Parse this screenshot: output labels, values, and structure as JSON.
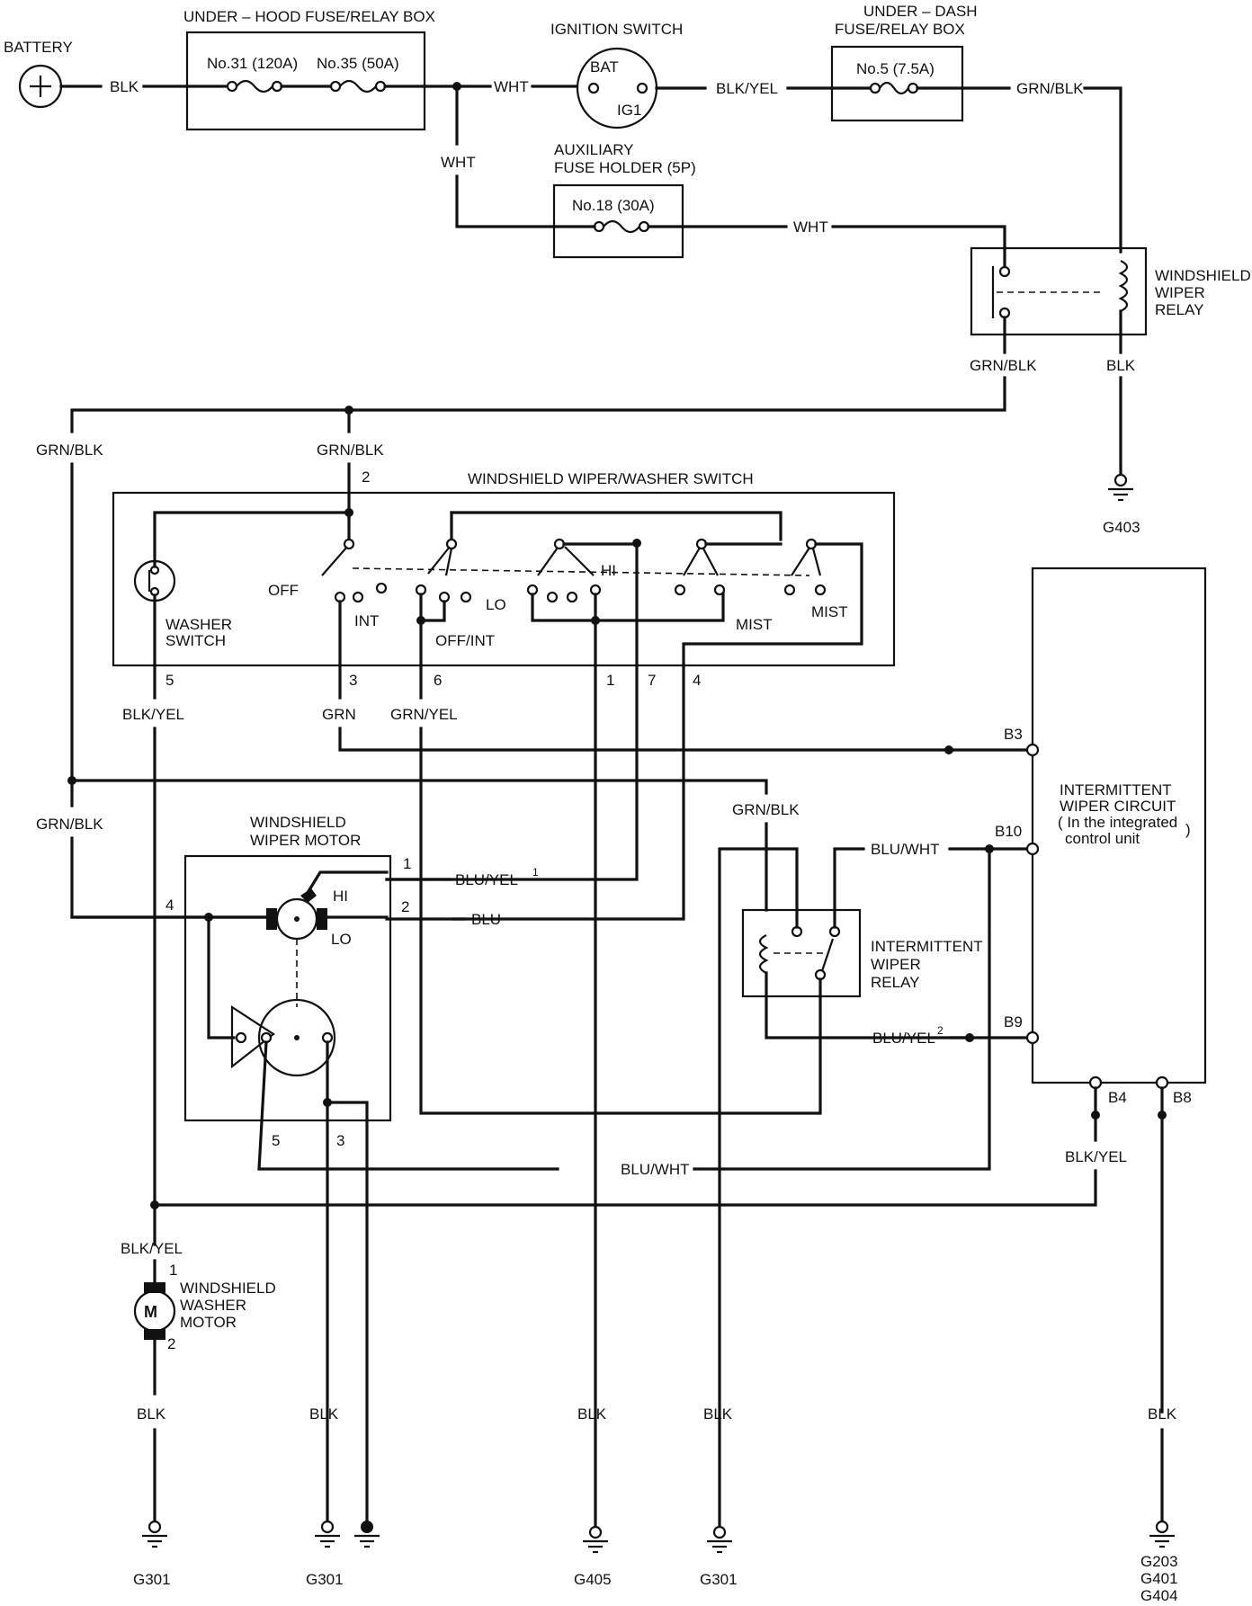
{
  "components": {
    "battery": "BATTERY",
    "underhood_box": "UNDER – HOOD FUSE/RELAY BOX",
    "fuse31": "No.31 (120A)",
    "fuse35": "No.35 (50A)",
    "ign_switch": "IGNITION SWITCH",
    "bat": "BAT",
    "ig1": "IG1",
    "underdash_l1": "UNDER – DASH",
    "underdash_l2": "FUSE/RELAY BOX",
    "fuse5": "No.5 (7.5A)",
    "aux_l1": "AUXILIARY",
    "aux_l2": "FUSE HOLDER (5P)",
    "fuse18": "No.18 (30A)",
    "ws_relay_l1": "WINDSHIELD",
    "ws_relay_l2": "WIPER",
    "ws_relay_l3": "RELAY",
    "switch_title": "WINDSHIELD WIPER/WASHER SWITCH",
    "washer_sw_l1": "WASHER",
    "washer_sw_l2": "SWITCH",
    "off": "OFF",
    "int": "INT",
    "offint": "OFF/INT",
    "lo": "LO",
    "hi": "HI",
    "mist1": "MIST",
    "mist2": "MIST",
    "wiper_motor_l1": "WINDSHIELD",
    "wiper_motor_l2": "WIPER MOTOR",
    "motor_hi": "HI",
    "motor_lo": "LO",
    "int_relay_l1": "INTERMITTENT",
    "int_relay_l2": "WIPER",
    "int_relay_l3": "RELAY",
    "circuit_l1": "INTERMITTENT",
    "circuit_l2": "WIPER CIRCUIT",
    "circuit_l3": "( In the integrated",
    "circuit_l4": "control unit",
    "circuit_l4b": ")",
    "washer_motor_l1": "WINDSHIELD",
    "washer_motor_l2": "WASHER",
    "washer_motor_l3": "MOTOR",
    "motor_m": "M"
  },
  "wires": {
    "blk_batt": "BLK",
    "wht1": "WHT",
    "wht2": "WHT",
    "wht3": "WHT",
    "blkyel_ign": "BLK/YEL",
    "grnblk_top": "GRN/BLK",
    "grnblk_relay": "GRN/BLK",
    "blk_relay": "BLK",
    "grnblk_left": "GRN/BLK",
    "grnblk_sw": "GRN/BLK",
    "blkyel_washer": "BLK/YEL",
    "grn": "GRN",
    "grnyel": "GRN/YEL",
    "grnblk_left2": "GRN/BLK",
    "grnblk_int": "GRN/BLK",
    "bluwht_b10": "BLU/WHT",
    "bluyel1": "BLU/YEL",
    "bluyel1_sup": "1",
    "blu": "BLU",
    "bluyel2": "BLU/YEL",
    "bluyel2_sup": "2",
    "bluwht_bottom": "BLU/WHT",
    "blkyel_b4": "BLK/YEL",
    "blkyel_wm": "BLK/YEL",
    "blk_g301a": "BLK",
    "blk_g301b": "BLK",
    "blk_g405": "BLK",
    "blk_g301c": "BLK",
    "blk_g203": "BLK"
  },
  "pins": {
    "sw2": "2",
    "sw5": "5",
    "sw3": "3",
    "sw6": "6",
    "sw1": "1",
    "sw7": "7",
    "sw4": "4",
    "m1": "1",
    "m2": "2",
    "m4": "4",
    "m5": "5",
    "m3": "3",
    "b3": "B3",
    "b10": "B10",
    "b9": "B9",
    "b4": "B4",
    "b8": "B8",
    "wm1": "1",
    "wm2": "2"
  },
  "grounds": {
    "g403": "G403",
    "g301a": "G301",
    "g301b": "G301",
    "g405": "G405",
    "g301c": "G301",
    "g203": "G203",
    "g401": "G401",
    "g404": "G404"
  }
}
